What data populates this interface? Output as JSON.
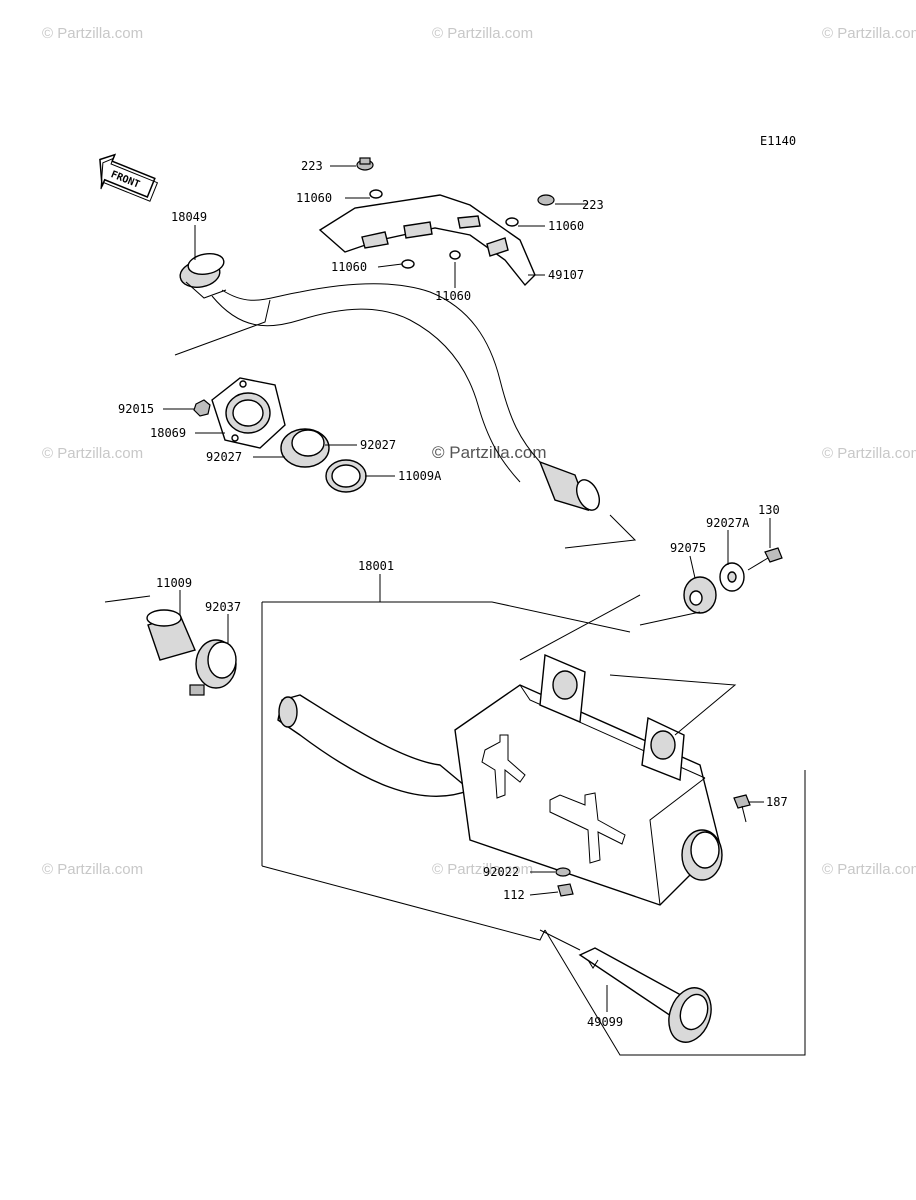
{
  "diagram_code": "E1140",
  "front_label": "FRONT",
  "watermark": "© Partzilla.com",
  "parts": {
    "p223a": "223",
    "p223b": "223",
    "p11060a": "11060",
    "p11060b": "11060",
    "p11060c": "11060",
    "p11060d": "11060",
    "p49107": "49107",
    "p18049": "18049",
    "p92015": "92015",
    "p18069": "18069",
    "p92027a": "92027",
    "p92027b": "92027",
    "p11009A": "11009A",
    "p130": "130",
    "p92027A": "92027A",
    "p92075": "92075",
    "p18001": "18001",
    "p11009": "11009",
    "p92037": "92037",
    "p187": "187",
    "p92022": "92022",
    "p112": "112",
    "p49099": "49099"
  }
}
